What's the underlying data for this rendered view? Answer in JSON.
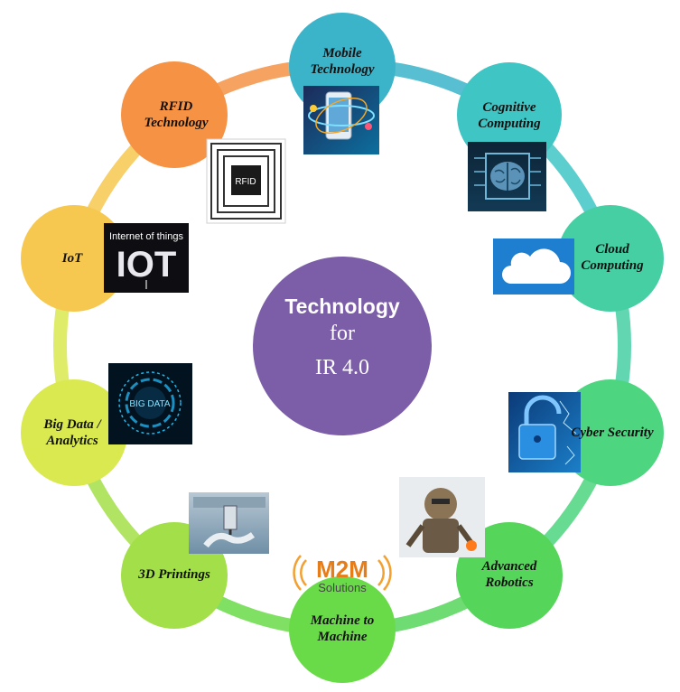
{
  "center": {
    "line1": "Technology",
    "line2": "for",
    "line3": "IR  4.0",
    "color": "#7B5EA7"
  },
  "nodes": [
    {
      "id": "mobile",
      "label": "Mobile Technology",
      "color": "#3BB3C9"
    },
    {
      "id": "cognitive",
      "label": "Cognitive Computing",
      "color": "#3FC5C4"
    },
    {
      "id": "cloud",
      "label": "Cloud Computing",
      "color": "#46CFA3"
    },
    {
      "id": "cyber",
      "label": "Cyber Security",
      "color": "#4DD57F"
    },
    {
      "id": "robotics",
      "label": "Advanced Robotics",
      "color": "#55D55A"
    },
    {
      "id": "m2m",
      "label": "Machine to Machine",
      "color": "#6ADB48"
    },
    {
      "id": "print3d",
      "label": "3D Printings",
      "color": "#A3DF48"
    },
    {
      "id": "bigdata",
      "label": "Big Data / Analytics",
      "color": "#D9E94F"
    },
    {
      "id": "iot",
      "label": "IoT",
      "color": "#F7C850"
    },
    {
      "id": "rfid",
      "label": "RFID Technology",
      "color": "#F59244"
    }
  ],
  "pictures": {
    "rfid_text": "RFID",
    "iot_text_small": "Internet of things",
    "iot_text_big": "IOT",
    "bigdata_text": "BIG DATA",
    "m2m_big": "M2M",
    "m2m_small": "Solutions"
  }
}
